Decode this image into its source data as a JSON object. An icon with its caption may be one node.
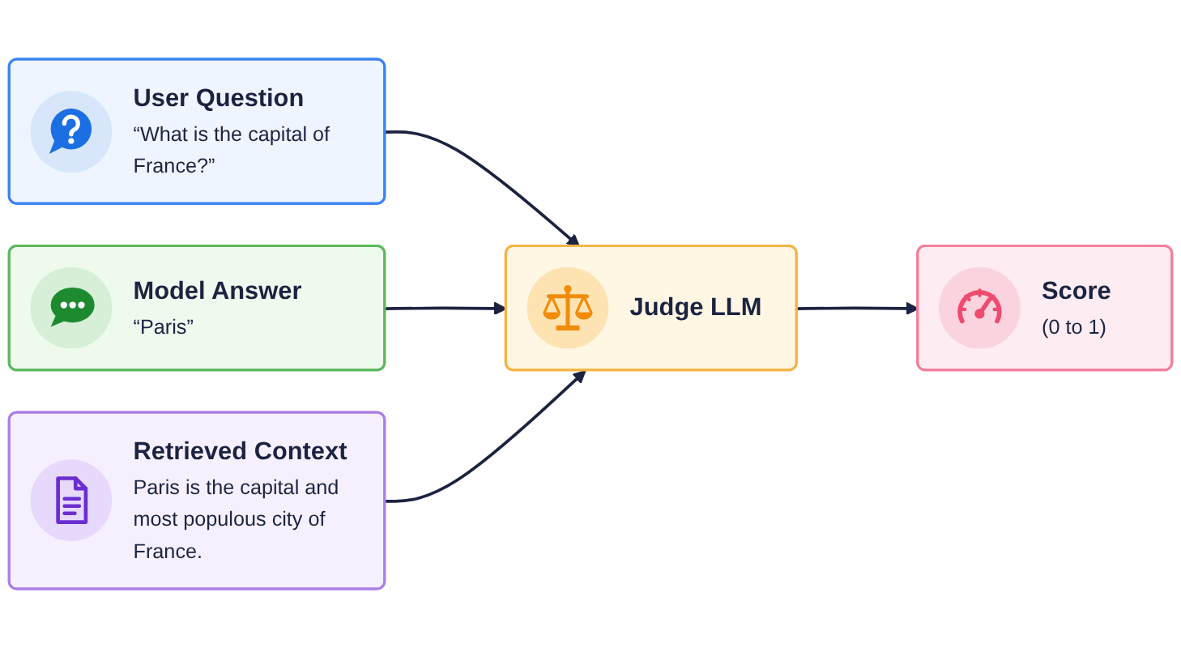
{
  "diagram": {
    "nodes": [
      {
        "text": [
          "User Question",
          "“What is the capital of France?”"
        ]
      },
      {
        "text": [
          "Model Answer",
          "“Paris”"
        ]
      },
      {
        "text": [
          "Retrieved Context",
          "Paris is the capital and most populous city of France."
        ]
      },
      {
        "text": [
          "Judge LLM"
        ]
      },
      {
        "text": [
          "Score",
          "(0 to 1)"
        ]
      }
    ],
    "edges": [
      {
        "from": 0,
        "to": 3,
        "arrow": "to"
      },
      {
        "from": 1,
        "to": 3,
        "arrow": "to"
      },
      {
        "from": 2,
        "to": 3,
        "arrow": "to"
      },
      {
        "from": 3,
        "to": 4,
        "arrow": "to"
      }
    ]
  }
}
